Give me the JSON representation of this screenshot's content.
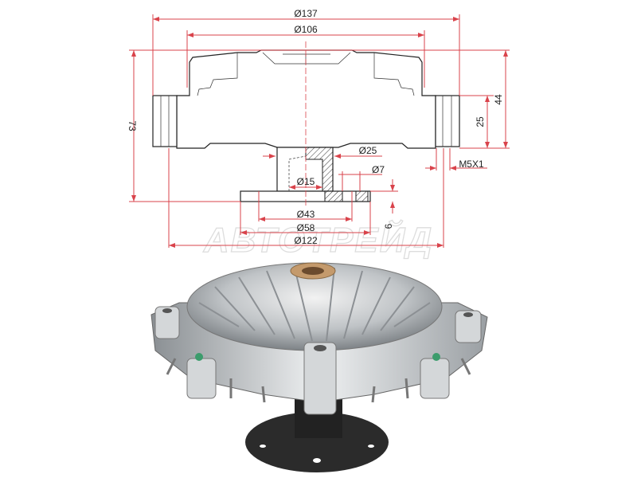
{
  "drawing": {
    "dimensions": {
      "d137": "Ø137",
      "d106": "Ø106",
      "h73": "73",
      "h44": "44",
      "h25": "25",
      "d25": "Ø25",
      "d7": "Ø7",
      "d15": "Ø15",
      "d43": "Ø43",
      "d58": "Ø58",
      "d122": "Ø122",
      "t6": "6",
      "thread": "M5X1"
    },
    "watermark": "АВТОТРЕЙД",
    "colors": {
      "dimension": "#d9434b",
      "outline": "#222222"
    }
  }
}
